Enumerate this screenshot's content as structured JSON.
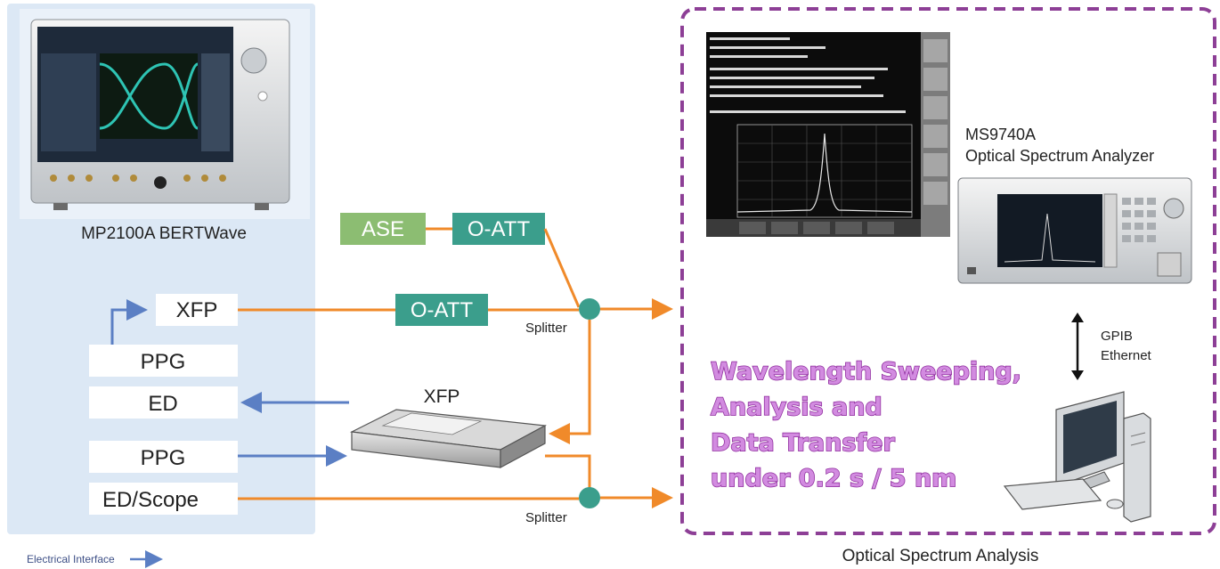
{
  "colors": {
    "panel": "#dce8f5",
    "optical": "#f08a2a",
    "electrical": "#5b7fc4",
    "teal": "#3b9e8c",
    "ase_green": "#8cbd72",
    "dashed_border": "#8d3f96",
    "headline_fill": "#d28be0",
    "headline_stroke": "#8d2a9c"
  },
  "left_panel": {
    "instrument_label": "MP2100A BERTWave",
    "boxes": {
      "xfp_tx": "XFP",
      "ppg_top": "PPG",
      "ed": "ED",
      "ppg_bottom": "PPG",
      "ed_scope": "ED/Scope"
    }
  },
  "middle": {
    "ase": "ASE",
    "o_att_top": "O-ATT",
    "o_att_mid": "O-ATT",
    "splitter_top": "Splitter",
    "splitter_bottom": "Splitter",
    "xfp_module_label": "XFP"
  },
  "right_panel": {
    "analyzer_model": "MS9740A",
    "analyzer_name": "Optical Spectrum Analyzer",
    "link_line1": "GPIB",
    "link_line2": "Ethernet",
    "headline": [
      "Wavelength Sweeping,",
      "Analysis and",
      "Data Transfer",
      "under 0.2 s / 5 nm"
    ],
    "caption": "Optical Spectrum Analysis"
  },
  "legend": {
    "electrical": "Electrical Interface"
  }
}
